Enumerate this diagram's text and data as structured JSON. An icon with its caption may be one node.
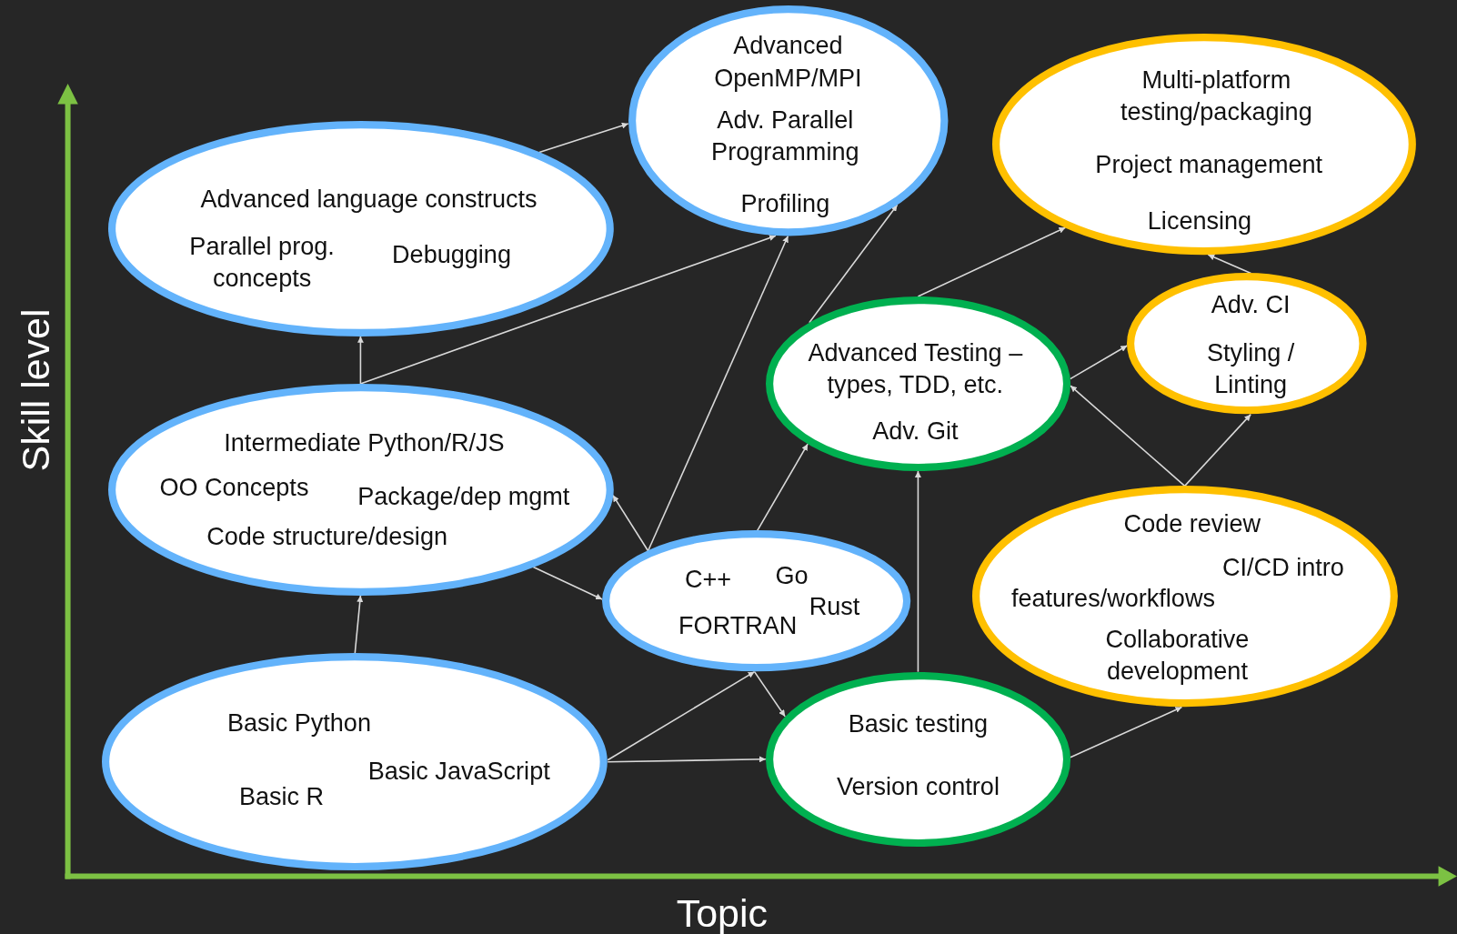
{
  "diagram": {
    "nodes": [
      {
        "text": [
          "Basic Python",
          "Basic JavaScript",
          "Basic R"
        ]
      },
      {
        "text": [
          "Intermediate Python/R/JS",
          "OO Concepts",
          "Package/dep mgmt",
          "Code structure/design"
        ]
      },
      {
        "text": [
          "Advanced language constructs",
          "Parallel prog. concepts",
          "Debugging"
        ]
      },
      {
        "text": [
          "Advanced OpenMP/MPI",
          "Adv. Parallel Programming",
          "Profiling"
        ]
      },
      {
        "text": [
          "C++",
          "Go",
          "Rust",
          "FORTRAN"
        ]
      },
      {
        "text": [
          "Advanced Testing – types, TDD, etc.",
          "Adv. Git"
        ]
      },
      {
        "text": [
          "Basic testing",
          "Version control"
        ]
      },
      {
        "text": [
          "Multi-platform testing/packaging",
          "Project management",
          "Licensing"
        ]
      },
      {
        "text": [
          "Adv. CI",
          "Styling / Linting"
        ]
      },
      {
        "text": [
          "Code review",
          "features/workflows",
          "CI/CD intro",
          "Collaborative development"
        ]
      }
    ],
    "edges": [
      {
        "from": 0,
        "to": 1,
        "arrow": "to"
      },
      {
        "from": 1,
        "to": 2,
        "arrow": "to"
      },
      {
        "from": 1,
        "to": 3,
        "arrow": "to"
      },
      {
        "from": 2,
        "to": 3,
        "arrow": "to"
      },
      {
        "from": 1,
        "to": 4,
        "arrow": "to"
      },
      {
        "from": 4,
        "to": 1,
        "arrow": "to"
      },
      {
        "from": 4,
        "to": 3,
        "arrow": "to"
      },
      {
        "from": 4,
        "to": 5,
        "arrow": "to"
      },
      {
        "from": 0,
        "to": 4,
        "arrow": "to"
      },
      {
        "from": 4,
        "to": 6,
        "arrow": "to"
      },
      {
        "from": 0,
        "to": 6,
        "arrow": "to"
      },
      {
        "from": 6,
        "to": 5,
        "arrow": "to"
      },
      {
        "from": 6,
        "to": 9,
        "arrow": "to"
      },
      {
        "from": 5,
        "to": 3,
        "arrow": "to"
      },
      {
        "from": 5,
        "to": 7,
        "arrow": "to"
      },
      {
        "from": 5,
        "to": 8,
        "arrow": "to"
      },
      {
        "from": 8,
        "to": 7,
        "arrow": "to"
      },
      {
        "from": 9,
        "to": 5,
        "arrow": "to"
      },
      {
        "from": 9,
        "to": 8,
        "arrow": "to"
      }
    ],
    "labels": [
      "Skill level",
      "Topic"
    ]
  }
}
